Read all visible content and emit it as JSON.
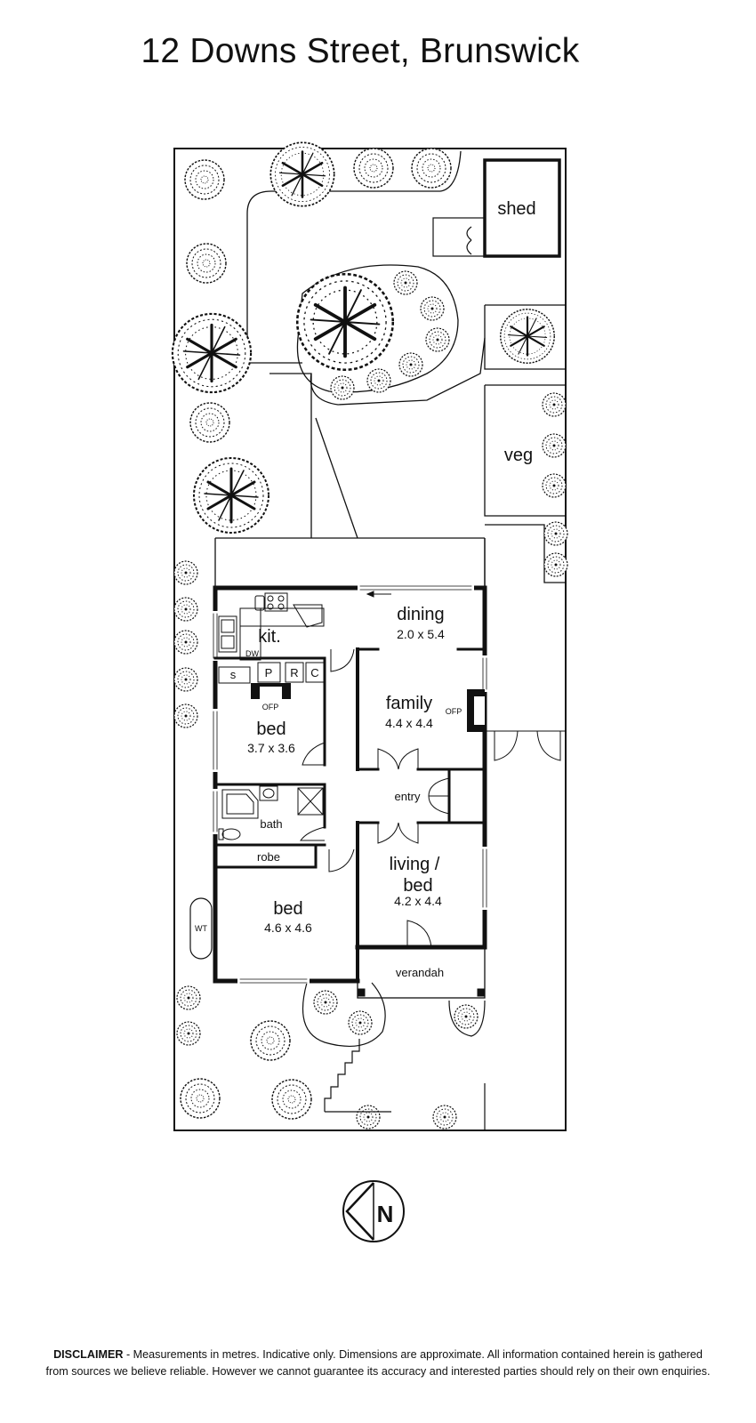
{
  "title": "12 Downs Street, Brunswick",
  "rooms": {
    "shed": {
      "label": "shed"
    },
    "veg": {
      "label": "veg"
    },
    "dining": {
      "label": "dining",
      "size": "2.0 x 5.4"
    },
    "kitchen": {
      "label": "kit."
    },
    "family": {
      "label": "family",
      "size": "4.4 x 4.4"
    },
    "bed1": {
      "label": "bed",
      "size": "3.7 x 3.6"
    },
    "entry": {
      "label": "entry"
    },
    "bath": {
      "label": "bath"
    },
    "robe": {
      "label": "robe"
    },
    "bed2": {
      "label": "bed",
      "size": "4.6 x 4.6"
    },
    "living": {
      "label_line1": "living /",
      "label_line2": "bed",
      "size": "4.2 x 4.4"
    },
    "verandah": {
      "label": "verandah"
    }
  },
  "fixtures": {
    "dw": "DW",
    "s": "s",
    "p": "P",
    "r": "R",
    "c": "C",
    "ofp_bed": "OFP",
    "ofp_family": "OFP",
    "wt": "WT"
  },
  "compass": {
    "letter": "N",
    "icon": "north-arrow-icon"
  },
  "disclaimer": {
    "heading": "DISCLAIMER",
    "text_line1": " - Measurements in metres. Indicative only. Dimensions are approximate. All information contained herein is gathered",
    "text_line2": "from sources we believe reliable. However we cannot guarantee its accuracy and interested parties should rely on their own enquiries."
  }
}
